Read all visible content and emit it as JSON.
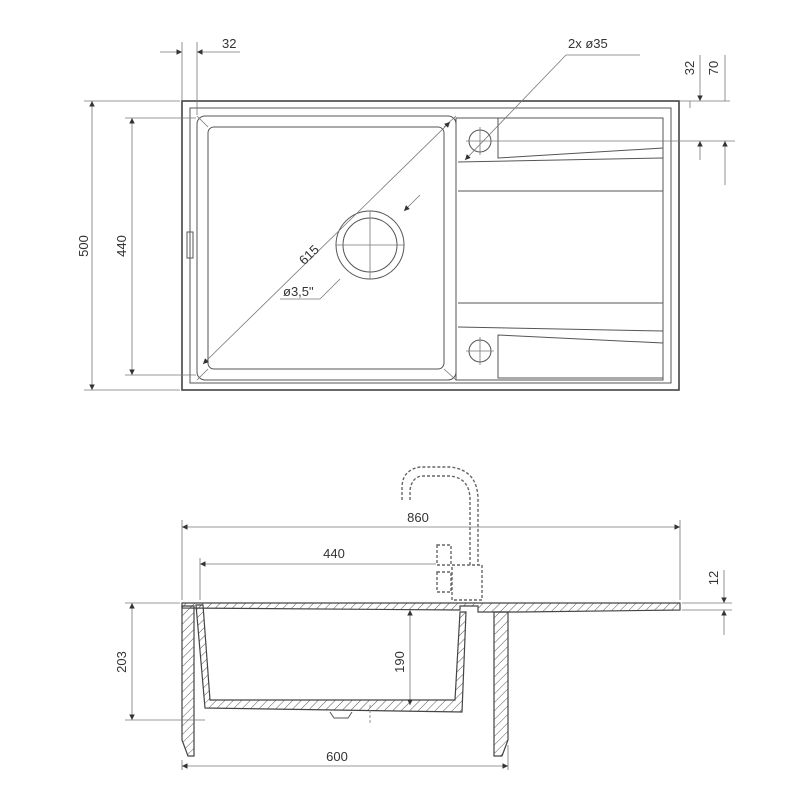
{
  "top_view": {
    "dim_32_top": "32",
    "dim_hole": "2x ø35",
    "dim_32_right": "32",
    "dim_70_right": "70",
    "dim_500": "500",
    "dim_440": "440",
    "dim_615": "615",
    "dim_drain": "ø3,5\""
  },
  "side_view": {
    "dim_860": "860",
    "dim_440": "440",
    "dim_12": "12",
    "dim_203": "203",
    "dim_190": "190",
    "dim_600": "600"
  }
}
